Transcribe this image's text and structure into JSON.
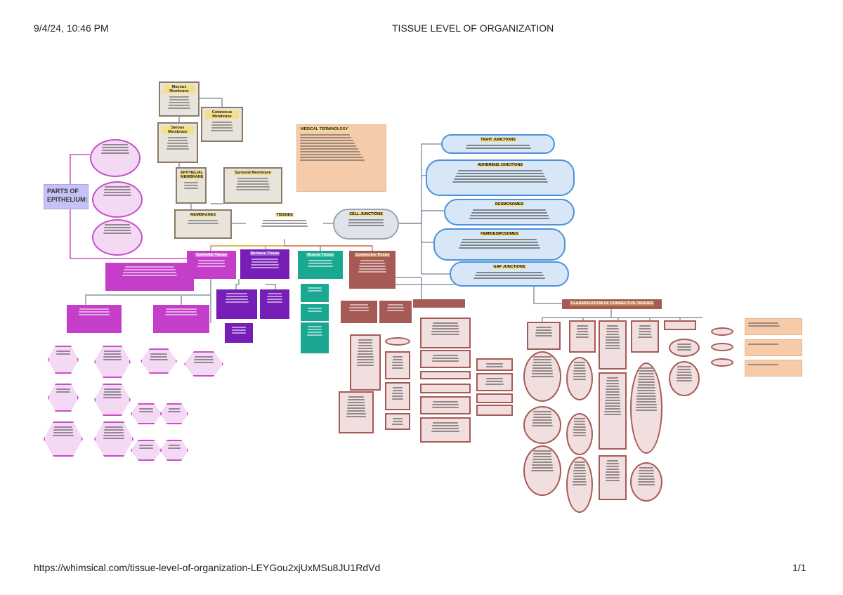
{
  "print_header": {
    "datetime": "9/4/24, 10:46 PM",
    "title": "TISSUE LEVEL OF ORGANIZATION"
  },
  "print_footer": {
    "url": "https://whimsical.com/tissue-level-of-organization-LEYGou2xjUxMSu8JU1RdVd",
    "page": "1/1"
  },
  "map": {
    "tissues": "TISSUES",
    "membranes": "MEMBRANES",
    "epithelial_membrane": "EPITHELIAL MEMBRANE",
    "synovial_membrane": "Synovial Membrane",
    "mucous_membrane": "Mucous Membrane",
    "serous_membrane": "Serous Membrane",
    "cutaneous_membrane": "Cutaneous Membrane",
    "medical_terminology": "MEDICAL TERMINOLOGY",
    "cell_junctions": "CELL JUNCTIONS",
    "tight_junctions": "TIGHT JUNCTIONS",
    "adherens_junctions": "ADHERENS JUNCTIONS",
    "desmosomes": "DESMOSOMES",
    "hemidesmosomes": "HEMIDESMOSOMES",
    "gap_junctions": "GAP JUNCTIONS",
    "parts_of_epithelium": "PARTS OF EPITHELIUM:",
    "epithelial_tissue": "Epithelial Tissue",
    "nervous_tissue": "Nervous Tissue",
    "muscle_tissue": "Muscle Tissue",
    "connective_tissue": "Connective Tissue",
    "classification_ct": "CLASSIFICATION OF CONNECTIVE TISSUES"
  }
}
